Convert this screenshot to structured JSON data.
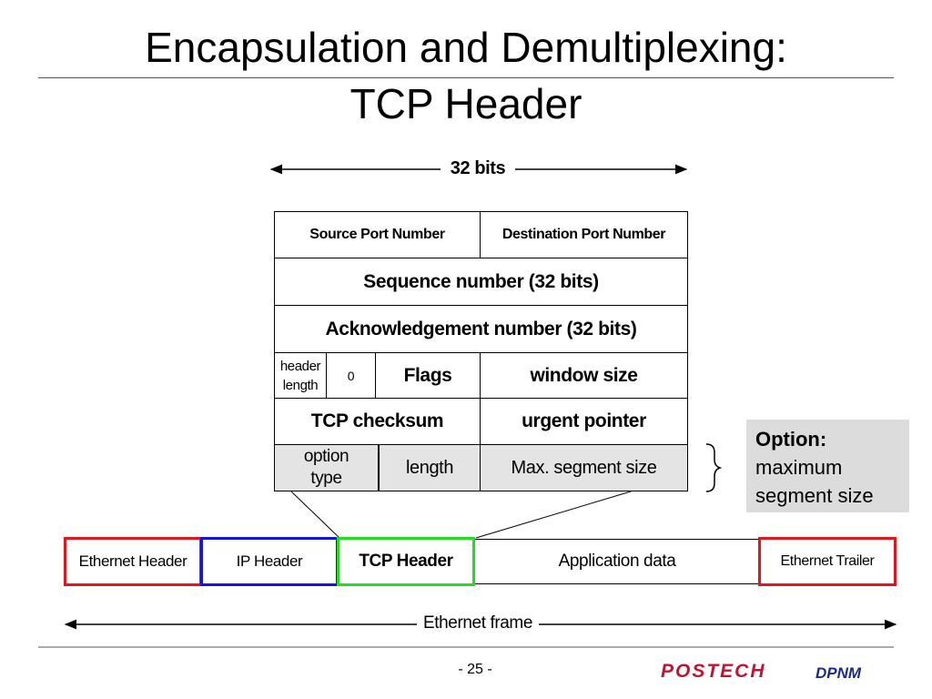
{
  "slide": {
    "title_line1": "Encapsulation and Demultiplexing:",
    "title_line2": "TCP Header",
    "page_number": "- 25 -",
    "logo_text": "POSTECH",
    "lab_text": "DPNM"
  },
  "diagram": {
    "width_label": "32 bits",
    "rows": {
      "source_port": "Source Port Number",
      "dest_port": "Destination Port Number",
      "sequence": "Sequence number (32 bits)",
      "ack": "Acknowledgement number (32 bits)",
      "header_length_1": "header",
      "header_length_2": "length",
      "zero": "0",
      "flags": "Flags",
      "window": "window size",
      "checksum": "TCP checksum",
      "urgent": "urgent pointer",
      "option_type_1": "option",
      "option_type_2": "type",
      "length": "length",
      "mss": "Max. segment size"
    },
    "callout": {
      "title": "Option:",
      "line1": "maximum",
      "line2": "segment size"
    },
    "frame": {
      "ethernet_header": "Ethernet Header",
      "ip_header": "IP Header",
      "tcp_header": "TCP Header",
      "app_data": "Application data",
      "ethernet_trailer": "Ethernet Trailer",
      "span_label": "Ethernet frame"
    },
    "colors": {
      "ethernet": "#e8141c",
      "ip": "#1414e0",
      "tcp": "#22dd22",
      "option_fill": "#e4e4e4",
      "callout_fill": "#dcdcdc",
      "logo": "#c4122f",
      "lab": "#1a2a8a"
    }
  }
}
